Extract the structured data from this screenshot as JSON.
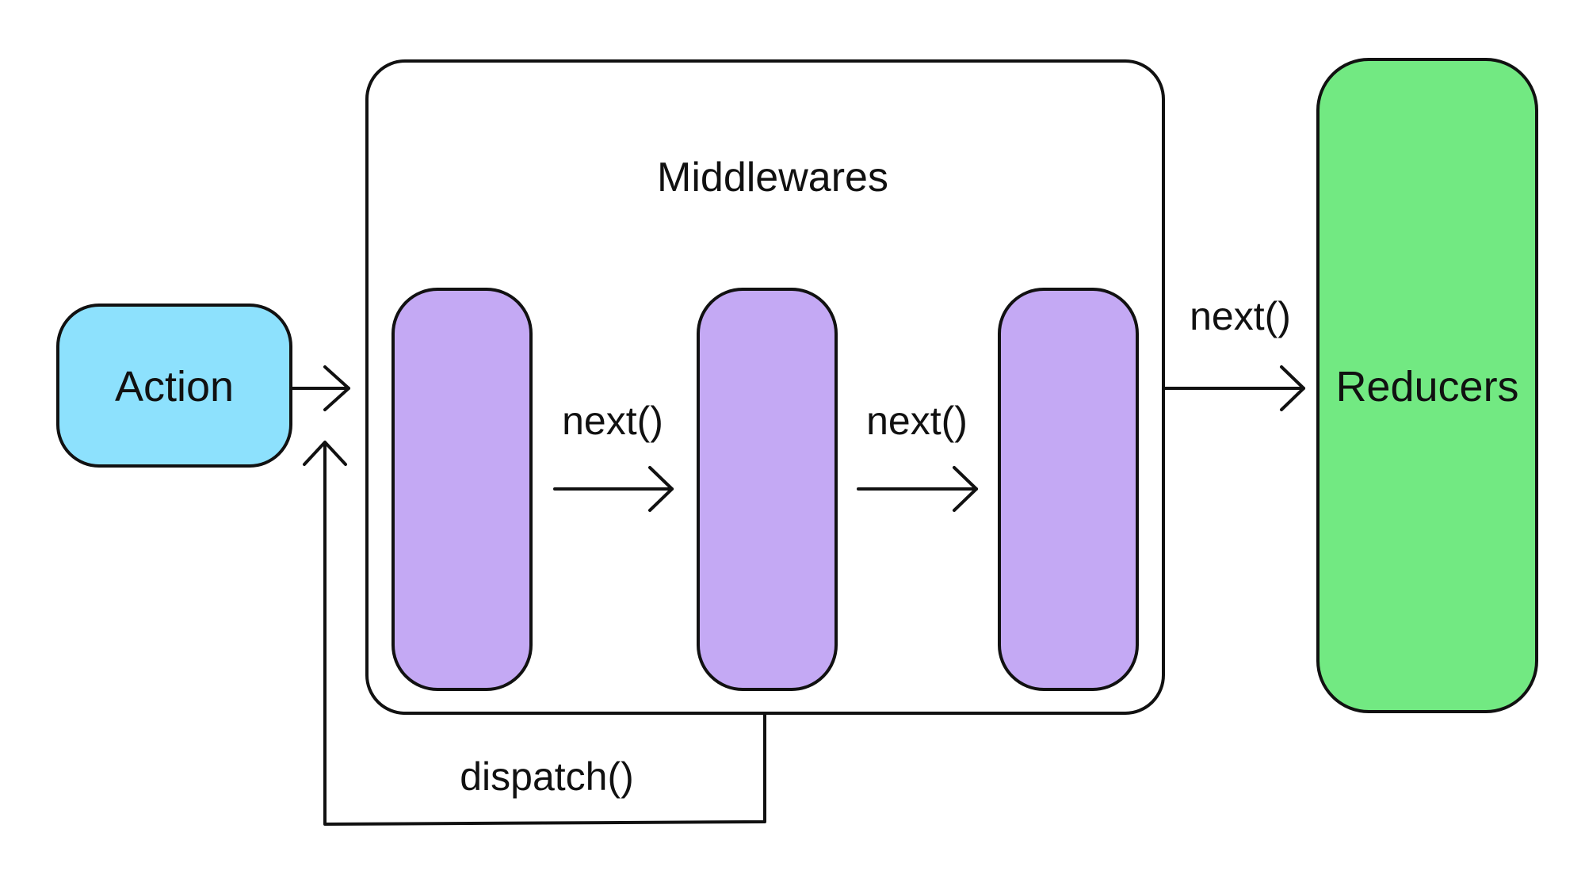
{
  "nodes": {
    "action": {
      "label": "Action",
      "color": "#8de1fd"
    },
    "middlewares": {
      "label": "Middlewares",
      "color": "#ffffff"
    },
    "middleware_block_color": "#c4a9f4",
    "reducers": {
      "label": "Reducers",
      "color": "#72e982"
    }
  },
  "edges": {
    "next_1": "next()",
    "next_2": "next()",
    "next_3": "next()",
    "dispatch": "dispatch()"
  },
  "colors": {
    "stroke": "#111111",
    "background": "#ffffff"
  }
}
